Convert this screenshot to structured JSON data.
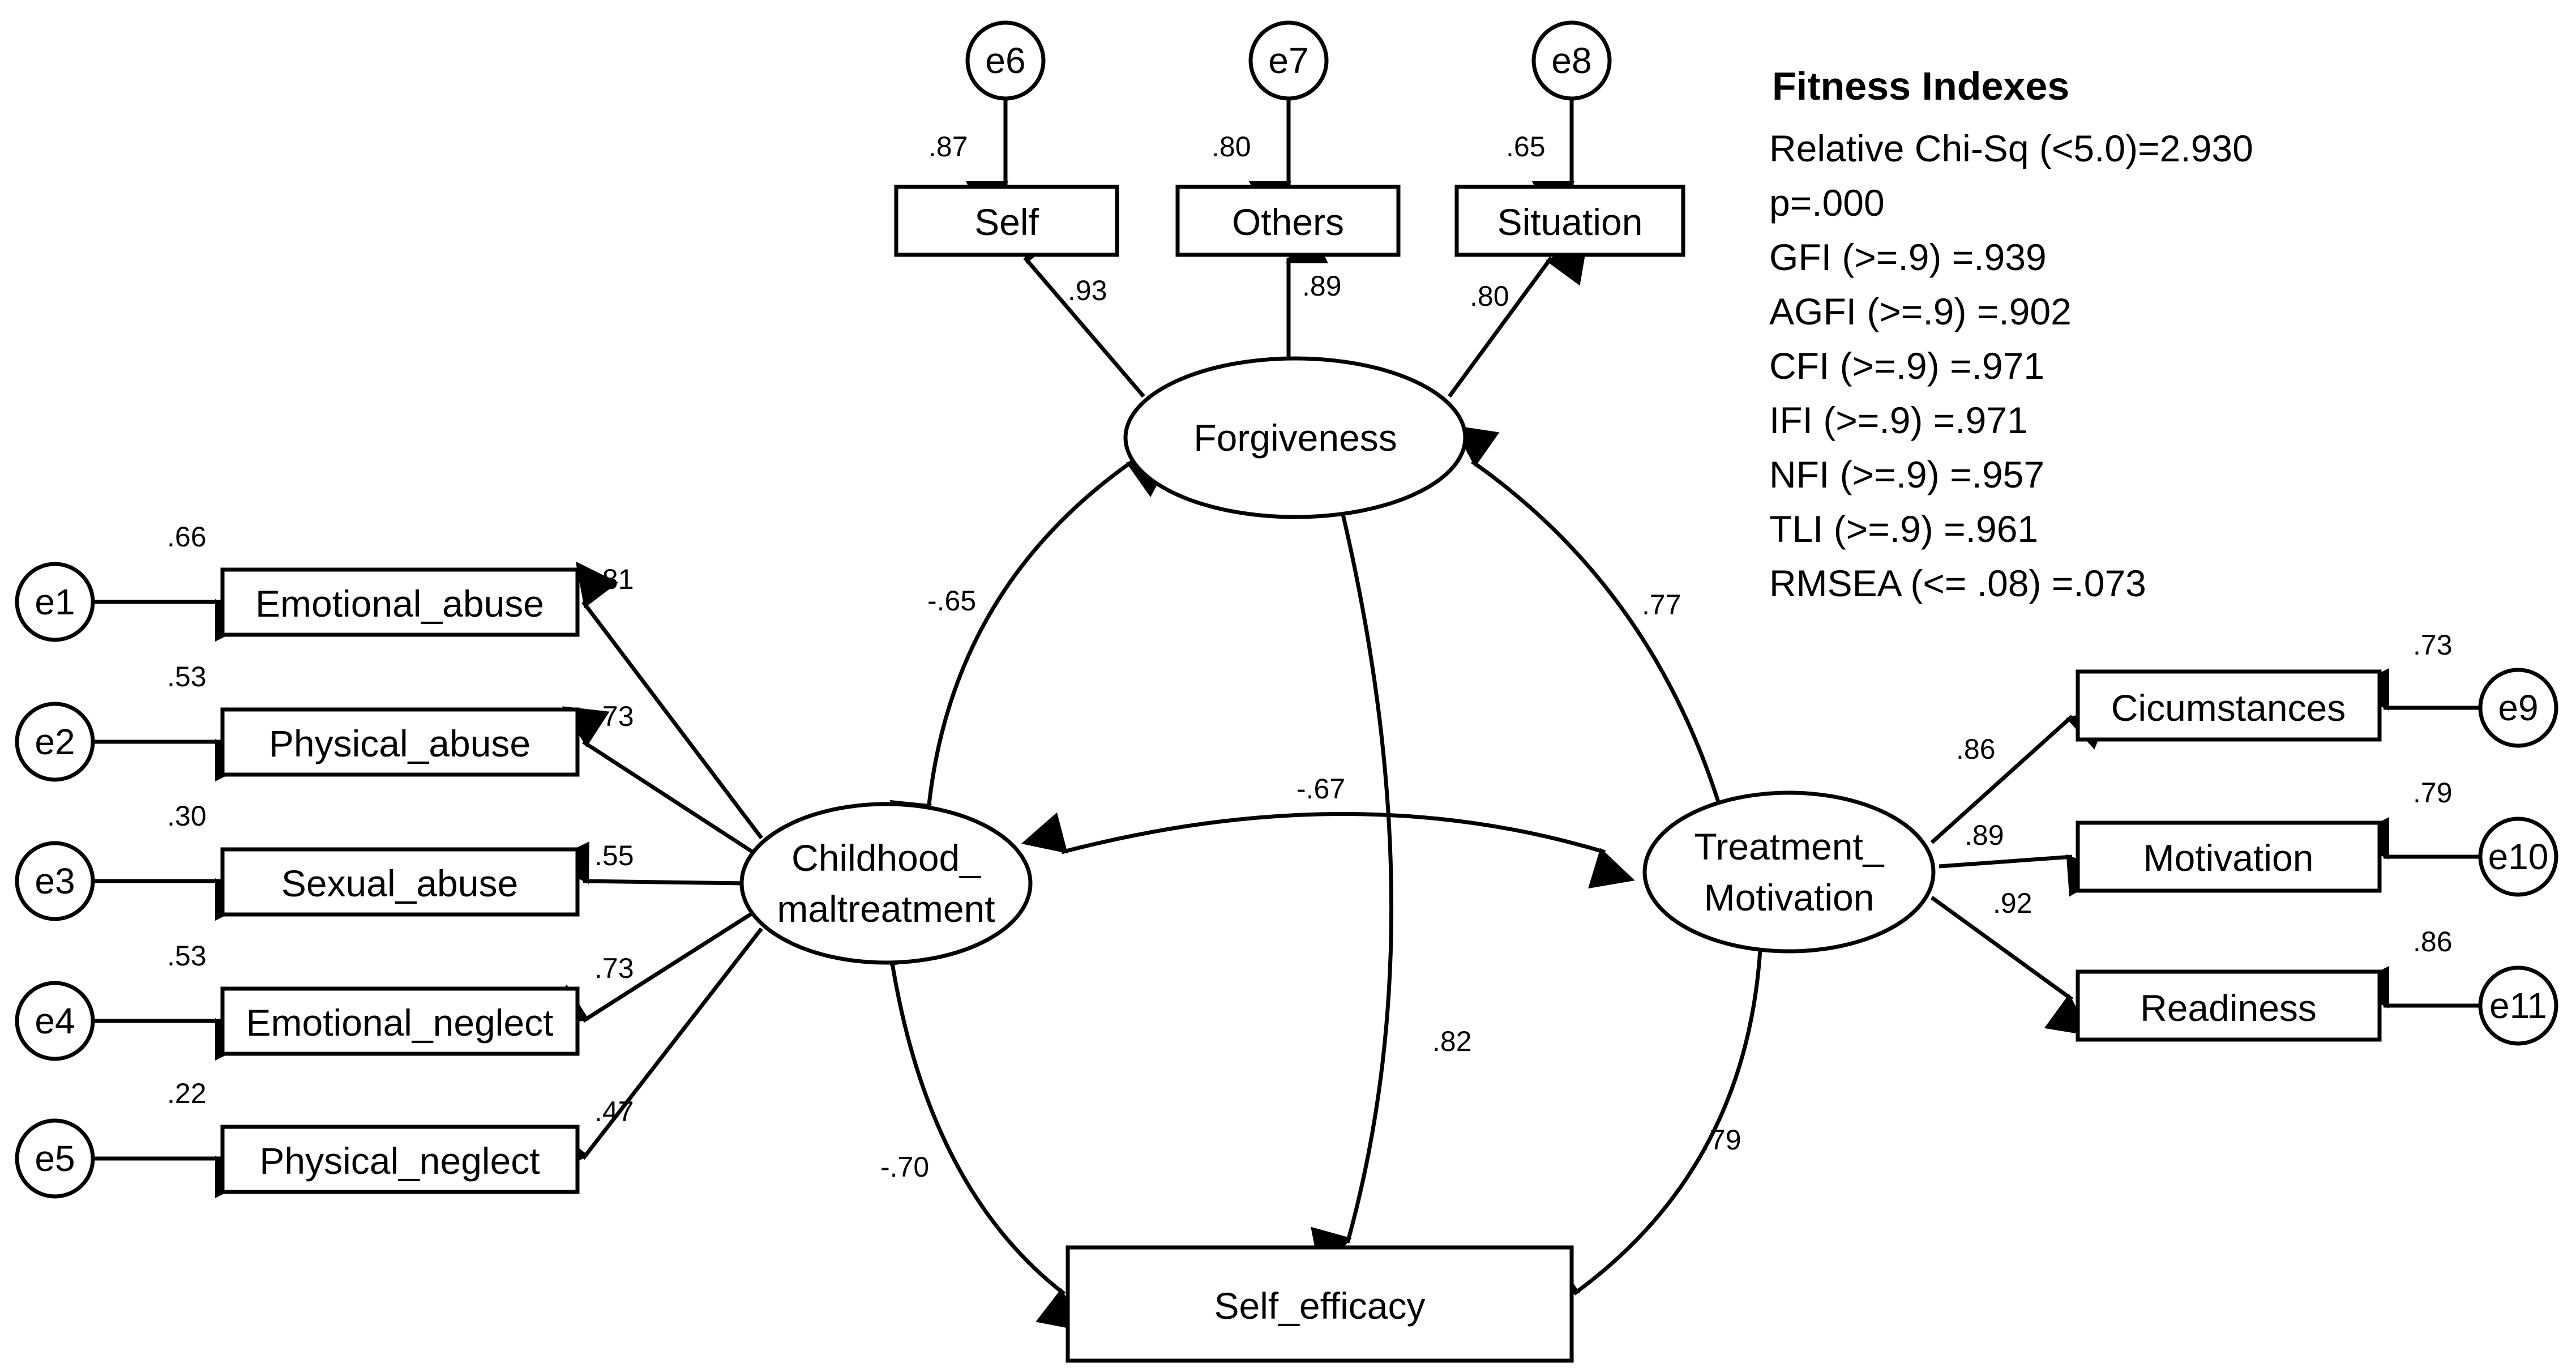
{
  "latents": {
    "forgiveness": "Forgiveness",
    "childhood_line1": "Childhood_",
    "childhood_line2": "maltreatment",
    "treatment_line1": "Treatment_",
    "treatment_line2": "Motivation"
  },
  "observed": {
    "self": "Self",
    "others": "Others",
    "situation": "Situation",
    "emotional_abuse": "Emotional_abuse",
    "physical_abuse": "Physical_abuse",
    "sexual_abuse": "Sexual_abuse",
    "emotional_neglect": "Emotional_neglect",
    "physical_neglect": "Physical_neglect",
    "circumstances": "Cicumstances",
    "motivation": "Motivation",
    "readiness": "Readiness",
    "self_efficacy": "Self_efficacy"
  },
  "errors": {
    "e1": "e1",
    "e2": "e2",
    "e3": "e3",
    "e4": "e4",
    "e5": "e5",
    "e6": "e6",
    "e7": "e7",
    "e8": "e8",
    "e9": "e9",
    "e10": "e10",
    "e11": "e11"
  },
  "r_squared": {
    "self": ".87",
    "others": ".80",
    "situation": ".65",
    "emotional_abuse": ".66",
    "physical_abuse": ".53",
    "sexual_abuse": ".30",
    "emotional_neglect": ".53",
    "physical_neglect": ".22",
    "circumstances": ".73",
    "motivation": ".79",
    "readiness": ".86"
  },
  "loadings": {
    "self": ".93",
    "others": ".89",
    "situation": ".80",
    "emotional_abuse": ".81",
    "physical_abuse": ".73",
    "sexual_abuse": ".55",
    "emotional_neglect": ".73",
    "physical_neglect": ".47",
    "circumstances": ".86",
    "motivation": ".89",
    "readiness": ".92"
  },
  "correlations": {
    "forgiveness_childhood": "-.65",
    "forgiveness_treatment": ".77",
    "childhood_treatment": "-.67",
    "forgiveness_selfefficacy": ".82",
    "childhood_selfefficacy": "-.70",
    "treatment_selfefficacy": ".79"
  },
  "fitness": {
    "title": "Fitness Indexes",
    "lines": [
      "Relative Chi-Sq (<5.0)=2.930",
      "p=.000",
      "GFI (>=.9) =.939",
      "AGFI (>=.9) =.902",
      "CFI (>=.9) =.971",
      "IFI (>=.9) =.971",
      "NFI (>=.9) =.957",
      "TLI (>=.9) =.961",
      "RMSEA (<= .08) =.073"
    ]
  }
}
